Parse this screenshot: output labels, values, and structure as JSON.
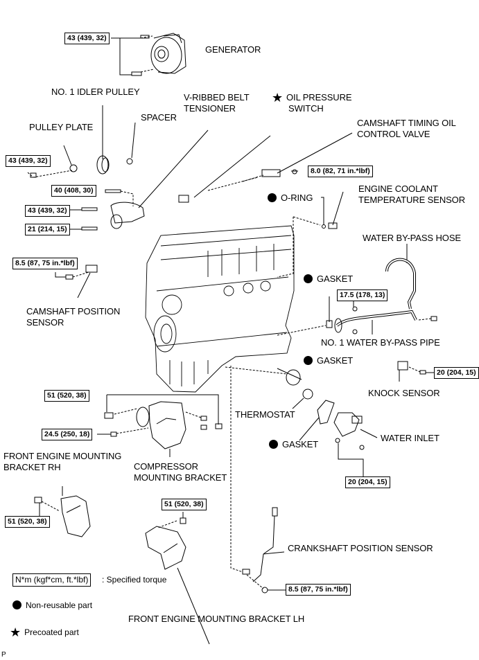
{
  "labels": {
    "generator": "GENERATOR",
    "idler_pulley": "NO. 1 IDLER PULLEY",
    "belt_tensioner_1": "V-RIBBED BELT",
    "belt_tensioner_2": "TENSIONER",
    "oil_pressure_switch_1": "OIL PRESSURE",
    "oil_pressure_switch_2": "SWITCH",
    "spacer": "SPACER",
    "pulley_plate": "PULLEY PLATE",
    "ocv_1": "CAMSHAFT TIMING OIL",
    "ocv_2": "CONTROL VALVE",
    "o_ring": "O-RING",
    "coolant_sensor_1": "ENGINE COOLANT",
    "coolant_sensor_2": "TEMPERATURE SENSOR",
    "bypass_hose": "WATER BY-PASS HOSE",
    "gasket_upper": "GASKET",
    "cam_pos_sensor_1": "CAMSHAFT POSITION",
    "cam_pos_sensor_2": "SENSOR",
    "bypass_pipe": "NO. 1 WATER BY-PASS PIPE",
    "gasket_mid": "GASKET",
    "knock_sensor": "KNOCK SENSOR",
    "thermostat": "THERMOSTAT",
    "gasket_lower": "GASKET",
    "water_inlet": "WATER INLET",
    "mount_rh_1": "FRONT ENGINE MOUNTING",
    "mount_rh_2": "BRACKET RH",
    "compressor_bracket_1": "COMPRESSOR",
    "compressor_bracket_2": "MOUNTING BRACKET",
    "crank_pos_sensor": "CRANKSHAFT POSITION SENSOR",
    "mount_lh": "FRONT ENGINE MOUNTING BRACKET LH"
  },
  "torques": {
    "generator": "43 (439, 32)",
    "pulley_plate": "43 (439, 32)",
    "tensioner_top": "40 (408, 30)",
    "tensioner_mid": "43 (439, 32)",
    "tensioner_low": "21 (214, 15)",
    "ocv": "8.0  (82, 71 in.*lbf)",
    "cam_pos_sensor": "8.5 (87, 75 in.*lbf)",
    "bypass_pipe": "17.5 (178, 13)",
    "knock_sensor": "20 (204, 15)",
    "compressor_top": "51 (520, 38)",
    "compressor_low": "24.5 (250, 18)",
    "water_inlet": "20 (204, 15)",
    "mount_rh": "51 (520, 38)",
    "mount_lh": "51 (520, 38)",
    "crank_pos_sensor": "8.5  (87, 75 in.*lbf)"
  },
  "legend": {
    "torque_unit": "N*m (kgf*cm, ft.*lbf)",
    "torque_desc": ": Specified torque",
    "non_reusable": "Non-reusable part",
    "precoated": "Precoated part"
  },
  "icons": {
    "non_reusable": "filled-circle",
    "precoated": "★"
  },
  "footer_code": "P"
}
